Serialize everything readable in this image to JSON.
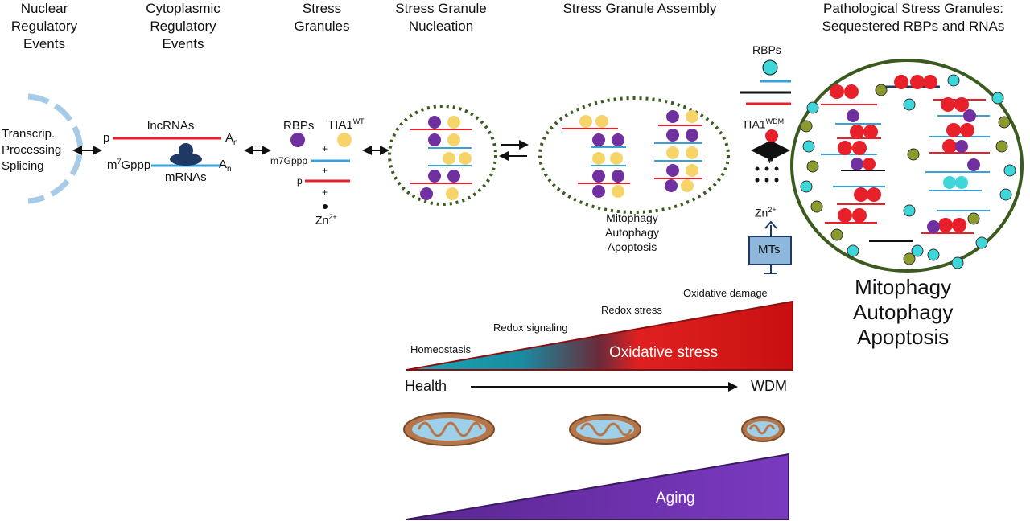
{
  "headers": {
    "nuclear": "Nuclear\nRegulatory\nEvents",
    "cytoplasmic": "Cytoplasmic\nRegulatory\nEvents",
    "stress_granules": "Stress\nGranules",
    "nucleation": "Stress Granule\nNucleation",
    "assembly": "Stress Granule Assembly",
    "pathological": "Pathological Stress Granules:\nSequestered RBPs and RNAs"
  },
  "nuclear": {
    "processes": "Transcrip.\nProcessing\nSplicing"
  },
  "cytoplasmic": {
    "p": "p",
    "lncrnas": "lncRNAs",
    "an": "A",
    "an_sub": "n",
    "m7gppp": "m",
    "m7_sup": "7",
    "gppp": "Gppp",
    "mrnas": "mRNAs"
  },
  "stress_granules": {
    "rbps": "RBPs",
    "tia1": "TIA1",
    "tia1_sup": "WT",
    "m7gppp": "m7Gppp",
    "p": "p",
    "plus": "+",
    "zn": "Zn",
    "zn_sup": "2+"
  },
  "assembly": {
    "process_list": "Mitophagy\nAutophagy\nApoptosis"
  },
  "wdm": {
    "rbps": "RBPs",
    "tia1": "TIA1",
    "tia1_sup": "WDM",
    "zn": "Zn",
    "zn_sup": "2+",
    "mts": "MTs",
    "plus": "+"
  },
  "pathological": {
    "process_list": "Mitophagy\nAutophagy\nApoptosis"
  },
  "gradient": {
    "homeostasis": "Homeostasis",
    "redox_signaling": "Redox signaling",
    "redox_stress": "Redox stress",
    "oxidative_damage": "Oxidative damage",
    "oxidative_stress": "Oxidative stress",
    "health": "Health",
    "wdm": "WDM",
    "aging": "Aging"
  },
  "colors": {
    "red_rna": "#e8202a",
    "blue_rna": "#3aa0d8",
    "purple": "#7030a0",
    "yellow": "#f7d46a",
    "cyan": "#3fd6da",
    "olive": "#8c9a2e",
    "granule_border": "#3b5a1e",
    "mts_box": "#8eb7dc"
  }
}
